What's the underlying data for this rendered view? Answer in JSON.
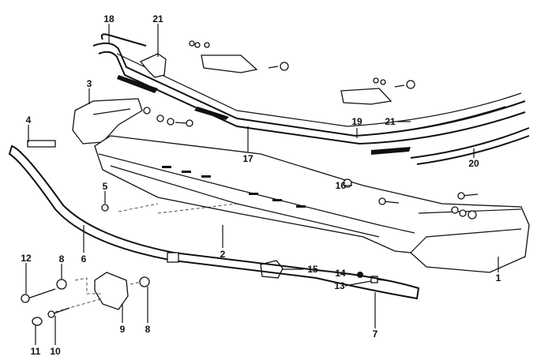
{
  "diagram": {
    "title": "Front bumper exploded parts diagram",
    "callouts": [
      "18",
      "21",
      "3",
      "4",
      "5",
      "6",
      "2",
      "17",
      "19",
      "21",
      "20",
      "16",
      "15",
      "14",
      "13",
      "1",
      "7",
      "12",
      "8",
      "8",
      "9",
      "10",
      "11"
    ]
  }
}
